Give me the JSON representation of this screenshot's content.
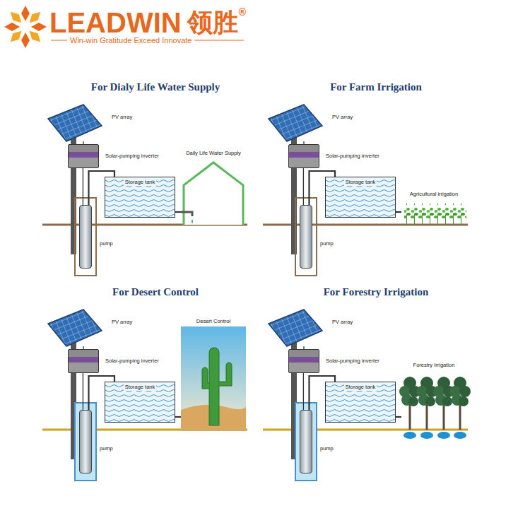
{
  "diagram": {
    "nodes": [
      {
        "text": [
          "PV array"
        ]
      },
      {
        "text": [
          "Solar-pumping inverter"
        ]
      },
      {
        "text": [
          "Storage tank"
        ]
      },
      {
        "text": [
          "pump"
        ]
      },
      {
        "text": [
          "Daily Life Water Supply"
        ]
      },
      {
        "text": [
          "PV array"
        ]
      },
      {
        "text": [
          "Solar-pumping inverter"
        ]
      },
      {
        "text": [
          "Storage tank"
        ]
      },
      {
        "text": [
          "pump"
        ]
      },
      {
        "text": [
          "Agricultural irrigation"
        ]
      },
      {
        "text": [
          "PV array"
        ]
      },
      {
        "text": [
          "Solar-pumping inverter"
        ]
      },
      {
        "text": [
          "Storage tank"
        ]
      },
      {
        "text": [
          "pump"
        ]
      },
      {
        "text": [
          "Desert Control"
        ]
      },
      {
        "text": [
          "PV array"
        ]
      },
      {
        "text": [
          "Solar-pumping inverter"
        ]
      },
      {
        "text": [
          "Storage tank"
        ]
      },
      {
        "text": [
          "pump"
        ]
      },
      {
        "text": [
          "Forestry Irrigation"
        ]
      }
    ],
    "edges": [
      {
        "from": 0,
        "to": 1,
        "arrow": "none"
      },
      {
        "from": 1,
        "to": 3,
        "arrow": "none"
      },
      {
        "from": 3,
        "to": 2,
        "arrow": "none"
      },
      {
        "from": 2,
        "to": 4,
        "arrow": "none"
      },
      {
        "from": 5,
        "to": 6,
        "arrow": "none"
      },
      {
        "from": 6,
        "to": 8,
        "arrow": "none"
      },
      {
        "from": 8,
        "to": 7,
        "arrow": "none"
      },
      {
        "from": 7,
        "to": 9,
        "arrow": "none"
      },
      {
        "from": 10,
        "to": 11,
        "arrow": "none"
      },
      {
        "from": 11,
        "to": 13,
        "arrow": "none"
      },
      {
        "from": 13,
        "to": 12,
        "arrow": "none"
      },
      {
        "from": 12,
        "to": 14,
        "arrow": "none"
      },
      {
        "from": 15,
        "to": 16,
        "arrow": "none"
      },
      {
        "from": 16,
        "to": 18,
        "arrow": "none"
      },
      {
        "from": 18,
        "to": 17,
        "arrow": "none"
      },
      {
        "from": 17,
        "to": 19,
        "arrow": "none"
      }
    ],
    "labels": [
      "LEADWIN",
      "领胜",
      "®",
      "Win-win Gratitude Exceed Innovate",
      "For Dialy Life Water Supply",
      "For Farm Irrigation",
      "For Desert Control",
      "For Forestry Irrigation"
    ]
  }
}
